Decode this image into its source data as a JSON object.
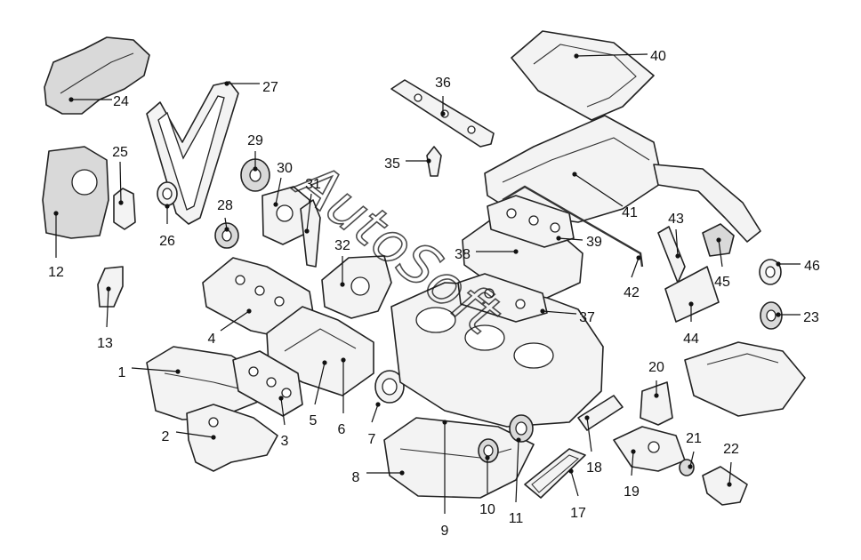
{
  "diagram": {
    "callouts": [
      "1",
      "2",
      "3",
      "4",
      "5",
      "6",
      "7",
      "8",
      "9",
      "10",
      "11",
      "12",
      "13",
      "17",
      "18",
      "19",
      "20",
      "21",
      "22",
      "23",
      "24",
      "25",
      "26",
      "27",
      "28",
      "29",
      "30",
      "31",
      "32",
      "35",
      "36",
      "37",
      "38",
      "39",
      "40",
      "41",
      "42",
      "43",
      "44",
      "45",
      "46"
    ],
    "watermark": "AutoSoft"
  }
}
